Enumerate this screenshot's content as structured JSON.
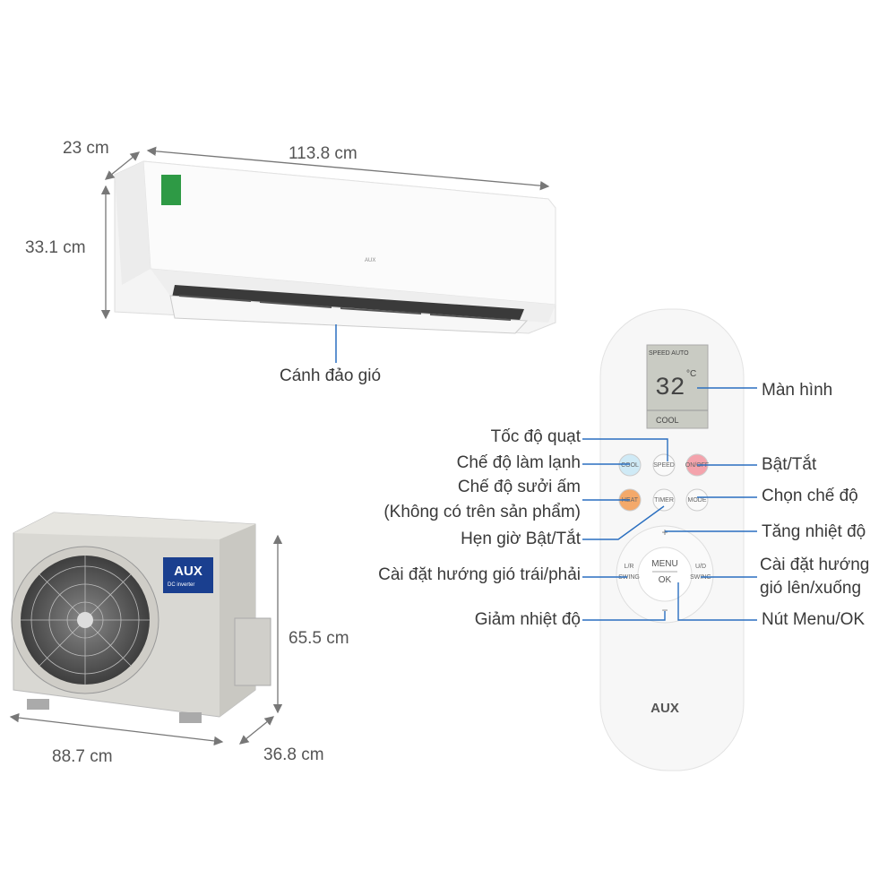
{
  "indoor_unit": {
    "depth": "23 cm",
    "width": "113.8 cm",
    "height": "33.1 cm",
    "brand": "AUX",
    "louver_label": "Cánh đảo gió"
  },
  "outdoor_unit": {
    "brand": "AUX",
    "badge": "DC inverter",
    "height": "65.5 cm",
    "width": "88.7 cm",
    "depth": "36.8 cm"
  },
  "remote": {
    "brand": "AUX",
    "display": {
      "temp": "32",
      "unit": "°C",
      "mode": "COOL",
      "top_left": "SPEED AUTO"
    },
    "buttons": {
      "cool": "COOL",
      "speed": "SPEED",
      "onoff": "ON/OFF",
      "heat": "HEAT",
      "timer": "TIMER",
      "mode": "MODE",
      "plus": "+",
      "minus": "−",
      "menu": "MENU",
      "ok": "OK",
      "lr": "L/R",
      "lr2": "SWING",
      "ud": "U/D",
      "ud2": "SWING"
    },
    "callouts": {
      "screen": "Màn hình",
      "fan_speed": "Tốc độ quạt",
      "cool_mode": "Chế độ làm lạnh",
      "heat_mode": "Chế độ sưởi ấm",
      "heat_note": "(Không có trên sản phẩm)",
      "timer": "Hẹn giờ Bật/Tắt",
      "lr_swing": "Cài đặt hướng gió trái/phải",
      "temp_down": "Giảm nhiệt độ",
      "onoff": "Bật/Tắt",
      "mode_select": "Chọn chế độ",
      "temp_up": "Tăng nhiệt độ",
      "ud_swing_1": "Cài đặt hướng",
      "ud_swing_2": "gió lên/xuống",
      "menu_ok": "Nút Menu/OK"
    }
  },
  "colors": {
    "leader": "#2a6fc0",
    "dim_line": "#777777",
    "cool": "#cfeaf6",
    "heat": "#f4a96a",
    "onoff": "#f4a3ac"
  }
}
